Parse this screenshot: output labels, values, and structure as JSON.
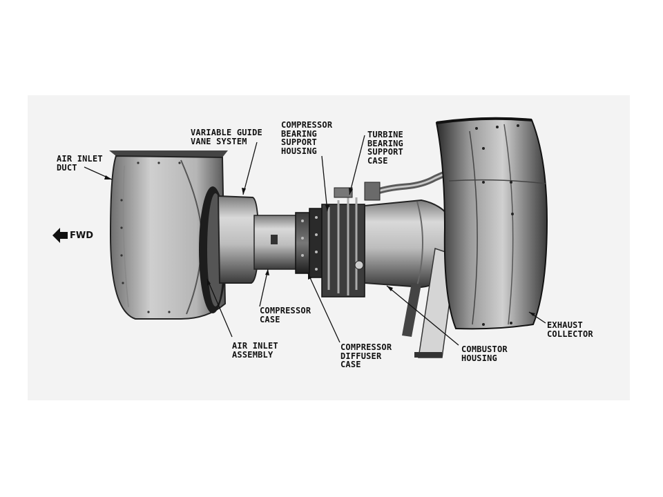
{
  "colors": {
    "ink": "#111111",
    "metal_light": "#cfcfcf",
    "metal_mid": "#8a8a8a",
    "metal_dark": "#2a2a2a",
    "photo_bg": "#f3f3f3"
  },
  "icons": {
    "fwd_arrow": "arrow-left-icon"
  },
  "direction": {
    "label": "FWD"
  },
  "labels": {
    "air_inlet_duct": "AIR INLET\nDUCT",
    "variable_guide_vane_system": "VARIABLE GUIDE\nVANE SYSTEM",
    "compressor_bearing_support_housing": "COMPRESSOR\nBEARING\nSUPPORT\nHOUSING",
    "turbine_bearing_support_case": "TURBINE\nBEARING\nSUPPORT\nCASE",
    "compressor_case": "COMPRESSOR\nCASE",
    "air_inlet_assembly": "AIR INLET\nASSEMBLY",
    "compressor_diffuser_case": "COMPRESSOR\nDIFFUSER\nCASE",
    "combustor_housing": "COMBUSTOR\nHOUSING",
    "exhaust_collector": "EXHAUST\nCOLLECTOR"
  }
}
